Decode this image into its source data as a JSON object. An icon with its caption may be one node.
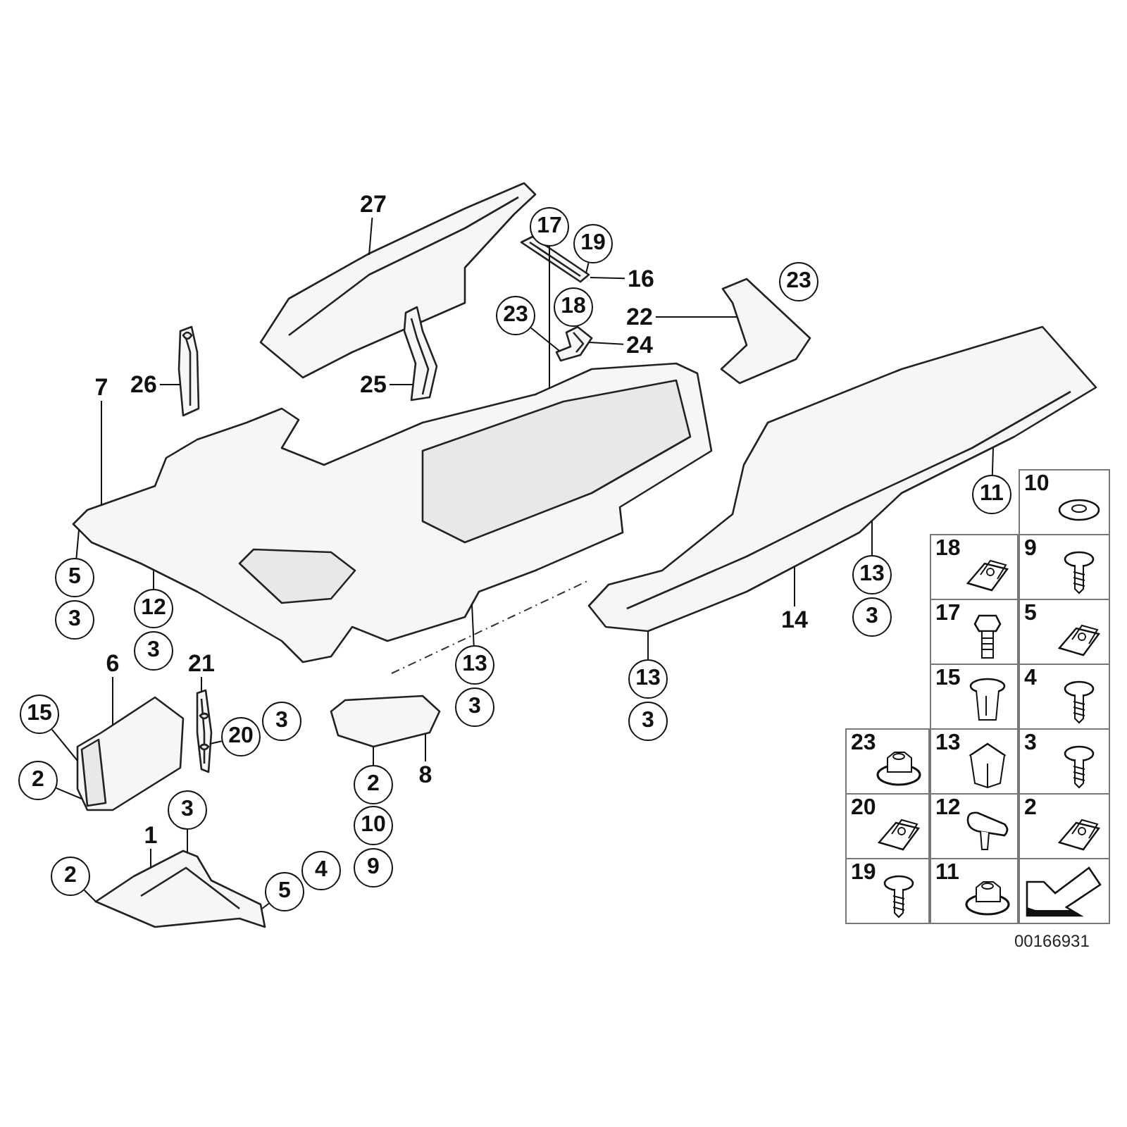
{
  "diagram": {
    "nodes": [
      {
        "text": [
          "27"
        ]
      },
      {
        "text": [
          "17"
        ]
      },
      {
        "text": [
          "19"
        ]
      },
      {
        "text": [
          "16"
        ]
      },
      {
        "text": [
          "23"
        ]
      },
      {
        "text": [
          "18"
        ]
      },
      {
        "text": [
          "23"
        ]
      },
      {
        "text": [
          "22"
        ]
      },
      {
        "text": [
          "24"
        ]
      },
      {
        "text": [
          "7"
        ]
      },
      {
        "text": [
          "26"
        ]
      },
      {
        "text": [
          "25"
        ]
      },
      {
        "text": [
          "11"
        ]
      },
      {
        "text": [
          "5"
        ]
      },
      {
        "text": [
          "13"
        ]
      },
      {
        "text": [
          "12"
        ]
      },
      {
        "text": [
          "3"
        ]
      },
      {
        "text": [
          "14"
        ]
      },
      {
        "text": [
          "3"
        ]
      },
      {
        "text": [
          "3"
        ]
      },
      {
        "text": [
          "13"
        ]
      },
      {
        "text": [
          "6"
        ]
      },
      {
        "text": [
          "21"
        ]
      },
      {
        "text": [
          "13"
        ]
      },
      {
        "text": [
          "3"
        ]
      },
      {
        "text": [
          "15"
        ]
      },
      {
        "text": [
          "3"
        ]
      },
      {
        "text": [
          "3"
        ]
      },
      {
        "text": [
          "20"
        ]
      },
      {
        "text": [
          "8"
        ]
      },
      {
        "text": [
          "2"
        ]
      },
      {
        "text": [
          "2"
        ]
      },
      {
        "text": [
          "3"
        ]
      },
      {
        "text": [
          "10"
        ]
      },
      {
        "text": [
          "1"
        ]
      },
      {
        "text": [
          "9"
        ]
      },
      {
        "text": [
          "4"
        ]
      },
      {
        "text": [
          "2"
        ]
      },
      {
        "text": [
          "5"
        ]
      },
      {
        "text": [],
        "shape": "picture"
      },
      {
        "text": [],
        "shape": "picture"
      },
      {
        "text": [],
        "shape": "picture"
      },
      {
        "text": [],
        "shape": "picture"
      },
      {
        "text": [],
        "shape": "picture"
      },
      {
        "text": [],
        "shape": "picture"
      },
      {
        "text": [],
        "shape": "picture"
      },
      {
        "text": [],
        "shape": "picture"
      },
      {
        "text": [],
        "shape": "picture"
      },
      {
        "text": [],
        "shape": "picture"
      },
      {
        "text": [],
        "shape": "picture"
      },
      {
        "text": [],
        "shape": "picture"
      }
    ],
    "edges": [
      {
        "from": 0,
        "to": 39,
        "arrow": "none"
      },
      {
        "from": 1,
        "to": 45,
        "arrow": "none"
      },
      {
        "from": 2,
        "to": 40,
        "arrow": "none"
      },
      {
        "from": 3,
        "to": 40,
        "arrow": "none"
      },
      {
        "from": 6,
        "to": 41,
        "arrow": "none"
      },
      {
        "from": 7,
        "to": 42,
        "arrow": "none"
      },
      {
        "from": 8,
        "to": 41,
        "arrow": "none"
      },
      {
        "from": 9,
        "to": 45,
        "arrow": "none"
      },
      {
        "from": 10,
        "to": 43,
        "arrow": "none"
      },
      {
        "from": 11,
        "to": 44,
        "arrow": "none"
      },
      {
        "from": 12,
        "to": 46,
        "arrow": "none"
      },
      {
        "from": 13,
        "to": 45,
        "arrow": "none"
      },
      {
        "from": 14,
        "to": 46,
        "arrow": "none"
      },
      {
        "from": 15,
        "to": 45,
        "arrow": "none"
      },
      {
        "from": 17,
        "to": 46,
        "arrow": "none"
      },
      {
        "from": 20,
        "to": 45,
        "arrow": "none"
      },
      {
        "from": 21,
        "to": 47,
        "arrow": "none"
      },
      {
        "from": 22,
        "to": 48,
        "arrow": "none"
      },
      {
        "from": 23,
        "to": 46,
        "arrow": "none"
      },
      {
        "from": 25,
        "to": 47,
        "arrow": "none"
      },
      {
        "from": 28,
        "to": 48,
        "arrow": "none"
      },
      {
        "from": 29,
        "to": 49,
        "arrow": "none"
      },
      {
        "from": 30,
        "to": 47,
        "arrow": "none"
      },
      {
        "from": 31,
        "to": 49,
        "arrow": "none"
      },
      {
        "from": 32,
        "to": 50,
        "arrow": "none"
      },
      {
        "from": 34,
        "to": 50,
        "arrow": "none"
      },
      {
        "from": 37,
        "to": 50,
        "arrow": "none"
      },
      {
        "from": 38,
        "to": 50,
        "arrow": "none"
      }
    ],
    "labels": [
      "10",
      "18",
      "9",
      "17",
      "5",
      "15",
      "4",
      "23",
      "13",
      "3",
      "20",
      "12",
      "2",
      "19",
      "11",
      "00166931"
    ]
  }
}
